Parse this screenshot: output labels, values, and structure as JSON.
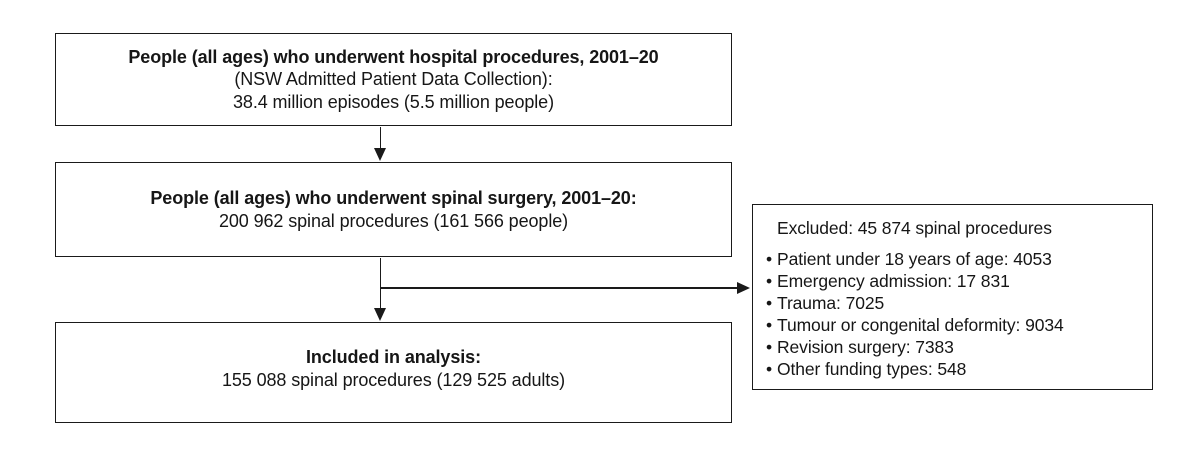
{
  "diagram": {
    "boxes": {
      "hospital": {
        "title": "People (all ages) who underwent hospital procedures, 2001–20",
        "subtitle": "(NSW Admitted Patient Data Collection):",
        "detail": "38.4 million episodes (5.5 million people)"
      },
      "spinal": {
        "title": "People (all ages) who underwent spinal surgery, 2001–20:",
        "detail": "200 962 spinal procedures (161 566 people)"
      },
      "included": {
        "title": "Included in analysis:",
        "detail": "155 088 spinal procedures (129 525 adults)"
      },
      "excluded": {
        "title": "Excluded: 45 874 spinal procedures",
        "bullet": "•",
        "items": [
          "Patient under 18 years of age: 4053",
          "Emergency admission: 17 831",
          "Trauma: 7025",
          "Tumour or congenital deformity: 9034",
          "Revision surgery: 7383",
          "Other funding types: 548"
        ]
      }
    },
    "colors": {
      "line": "#1a1a1a",
      "text": "#161616",
      "background": "#ffffff"
    }
  }
}
